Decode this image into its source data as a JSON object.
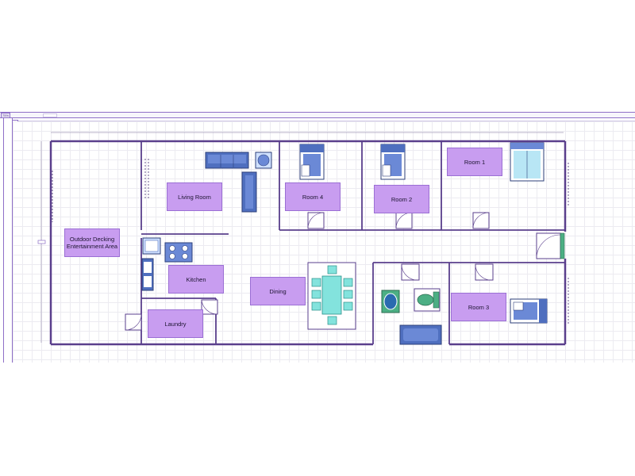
{
  "toolbar": {
    "zoom_label": "75%"
  },
  "rooms": {
    "outdoor": "Outdoor Decking\nEntertainment Area",
    "living": "Living Room",
    "room4": "Room 4",
    "room2": "Room 2",
    "room1": "Room 1",
    "kitchen": "Kitchen",
    "dining": "Dining",
    "laundry": "Laundry",
    "room3": "Room 3"
  },
  "colors": {
    "wall": "#5a3f8c",
    "label_fill": "#c89df0",
    "furniture_blue": "#4f6fbf",
    "furniture_aqua": "#83e3dd"
  }
}
